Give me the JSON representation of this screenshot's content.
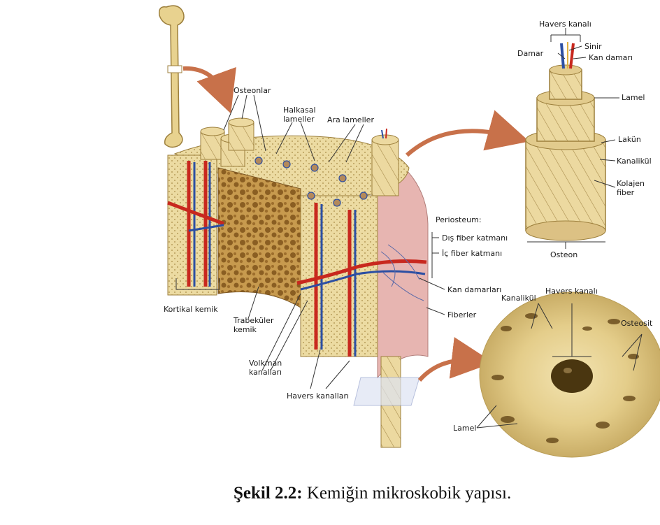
{
  "labels": {
    "osteonlar": "Osteonlar",
    "halkasal_1": "Halkasal",
    "halkasal_2": "lameller",
    "ara_lameller": "Ara lameller",
    "havers_kanali_top": "Havers kanalı",
    "sinir": "Sinir",
    "damar": "Damar",
    "kan_damari": "Kan damarı",
    "lamel_top": "Lamel",
    "lakun": "Lakün",
    "kanalikul_top": "Kanalikül",
    "kolajen_1": "Kolajen",
    "kolajen_2": "fiber",
    "osteon": "Osteon",
    "periosteum": "Periosteum:",
    "dis_fiber": "Dış fiber katmanı",
    "ic_fiber": "İç fiber katmanı",
    "kan_damarlari": "Kan damarları",
    "fiberler": "Fiberler",
    "kortikal": "Kortikal kemik",
    "trabekuler_1": "Trabeküler",
    "trabekuler_2": "kemik",
    "volkman_1": "Volkman",
    "volkman_2": "kanalları",
    "havers_kanallari": "Havers kanalları",
    "kanalikul_bottom": "Kanalikül",
    "havers_kanali_bottom": "Havers kanalı",
    "osteosit": "Osteosit",
    "lamel_bottom": "Lamel"
  },
  "caption": {
    "bold": "Şekil 2.2:",
    "text": " Kemiğin mikroskobik yapısı."
  },
  "colors": {
    "bone": "#e9d79a",
    "bone_dark": "#c9ae5c",
    "periosteum": "#e7b5b1",
    "artery": "#c8281e",
    "vein": "#2c4fa3",
    "arrow": "#c8714a"
  }
}
